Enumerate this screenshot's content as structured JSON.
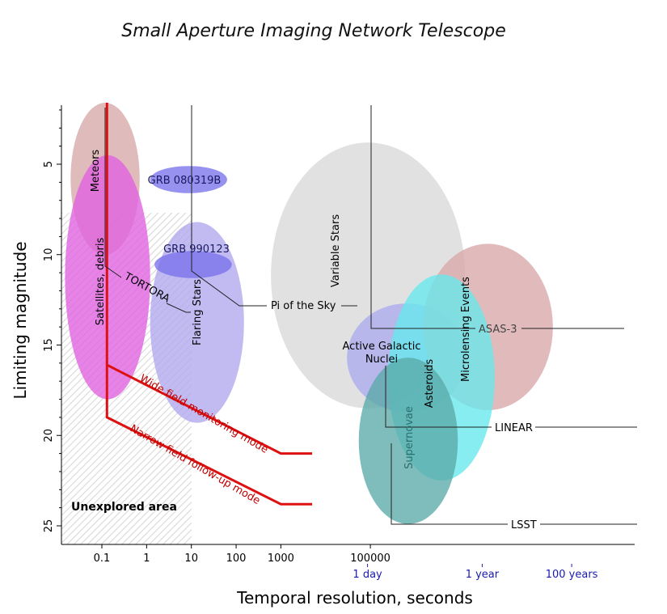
{
  "title": "Small Aperture Imaging Network Telescope",
  "chart_data": {
    "type": "scatter",
    "title": "Small Aperture Imaging Network Telescope",
    "xlabel": "Temporal resolution, seconds",
    "ylabel": "Limiting magnitude",
    "x_scale": "log",
    "y_inverted": true,
    "xlim": [
      0.01,
      100000000000
    ],
    "ylim": [
      1.6,
      26
    ],
    "x_ticks": [
      {
        "value": 0.1,
        "label": "0.1"
      },
      {
        "value": 1,
        "label": "1"
      },
      {
        "value": 10,
        "label": "10"
      },
      {
        "value": 100,
        "label": "100"
      },
      {
        "value": 1000,
        "label": "1000"
      },
      {
        "value": 100000,
        "label": "100000"
      }
    ],
    "x_ticks_secondary": [
      {
        "value": 86400,
        "label": "1 day"
      },
      {
        "value": 31536000,
        "label": "1 year"
      },
      {
        "value": 3153600000,
        "label": "100 years"
      }
    ],
    "y_ticks": [
      5,
      10,
      15,
      20,
      25
    ],
    "unexplored_area": {
      "label": "Unexplored area",
      "x_max": 10,
      "y_min": 7.5
    },
    "regions": [
      {
        "label": "Meteors",
        "x_range": [
          0.02,
          0.7
        ],
        "y_range": [
          1.6,
          10
        ],
        "color": "#d6a8a8"
      },
      {
        "label": "Satellites, debris",
        "x_range": [
          0.015,
          1.2
        ],
        "y_range": [
          4.5,
          18
        ],
        "color": "#e060e0"
      },
      {
        "label": "Flaring Stars",
        "x_range": [
          1.2,
          150
        ],
        "y_range": [
          8.2,
          19.3
        ],
        "color": "#b0a8ee"
      },
      {
        "label": "GRB 080319B",
        "x_range": [
          1.2,
          63
        ],
        "y_range": [
          5.1,
          6.6
        ],
        "color": "#7a72ec"
      },
      {
        "label": "GRB 990123",
        "x_range": [
          1.5,
          80
        ],
        "y_range": [
          9.8,
          11.3
        ],
        "color": "#7a72ec"
      },
      {
        "label": "Variable Stars",
        "x_range": [
          600,
          13000000
        ],
        "y_range": [
          3.8,
          18.5
        ],
        "color": "#d8d8d8"
      },
      {
        "label": "Active Galactic Nuclei",
        "x_range": [
          30000,
          14000000
        ],
        "y_range": [
          12.7,
          18.7
        ],
        "color": "#aaaaee"
      },
      {
        "label": "Microlensing Events",
        "x_range": [
          1500000,
          1200000000
        ],
        "y_range": [
          9.4,
          18.6
        ],
        "color": "#d8a8a8"
      },
      {
        "label": "Asteroids",
        "x_range": [
          250000,
          60000000
        ],
        "y_range": [
          11.1,
          22.5
        ],
        "color": "#66e8ec"
      },
      {
        "label": "Supernovae",
        "x_range": [
          55000,
          9000000
        ],
        "y_range": [
          15.7,
          24.9
        ],
        "color": "#5aaaa8"
      }
    ],
    "projects": [
      {
        "label": "TORTORA",
        "marker": [
          0.1,
          10.6
        ]
      },
      {
        "label": "Pi of the Sky",
        "marker": [
          10,
          10.6
        ]
      },
      {
        "label": "ASAS-3",
        "marker": [
          100000,
          13.9
        ]
      },
      {
        "label": "LINEAR",
        "marker": [
          180000,
          19.3
        ]
      },
      {
        "label": "LSST",
        "marker": [
          250000,
          24.6
        ]
      }
    ],
    "series": [
      {
        "name": "Wide field monitoring mode",
        "color": "#dd1111",
        "points": [
          [
            0.13,
            1.6
          ],
          [
            0.13,
            16.1
          ],
          [
            1000,
            21
          ],
          [
            5000,
            21
          ]
        ]
      },
      {
        "name": "Narrow field follow-up mode",
        "color": "#dd1111",
        "points": [
          [
            0.13,
            16.1
          ],
          [
            0.13,
            19
          ],
          [
            1000,
            23.8
          ],
          [
            5000,
            23.8
          ]
        ]
      }
    ]
  }
}
